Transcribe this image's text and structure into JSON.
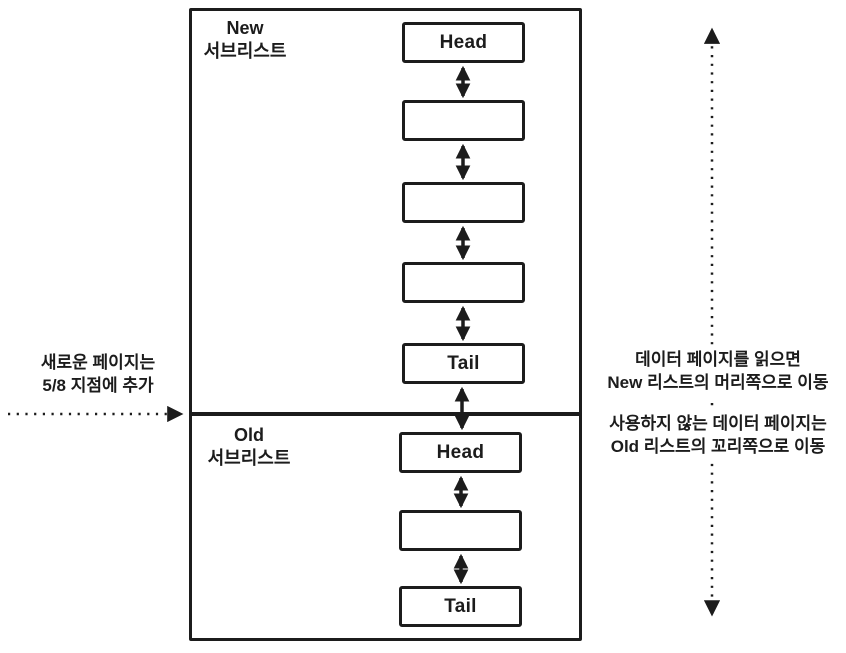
{
  "colors": {
    "ink": "#1c1c1c",
    "background": "#ffffff"
  },
  "new_sublist": {
    "label_line1": "New",
    "label_line2": "서브리스트",
    "head_label": "Head",
    "tail_label": "Tail"
  },
  "old_sublist": {
    "label_line1": "Old",
    "label_line2": "서브리스트",
    "head_label": "Head",
    "tail_label": "Tail"
  },
  "annotations": {
    "left_line1": "새로운 페이지는",
    "left_line2": "5/8 지점에 추가",
    "right_top_line1": "데이터 페이지를 읽으면",
    "right_top_line2": "New 리스트의 머리쪽으로 이동",
    "right_bottom_line1": "사용하지 않는 데이터 페이지는",
    "right_bottom_line2": "Old 리스트의 꼬리쪽으로 이동"
  }
}
